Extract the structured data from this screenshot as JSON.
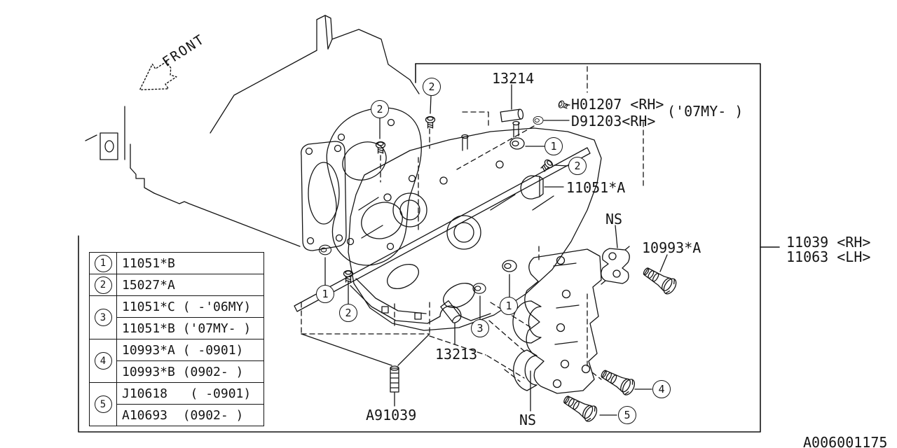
{
  "front_label": "FRONT",
  "doc_number": "A006001175",
  "labels": {
    "l13214": "13214",
    "h01207": "H01207 <RH>",
    "d91203": "D91203<RH>",
    "my07": "('07MY- )",
    "l11051a": "11051*A",
    "ns_upper": "NS",
    "l10993a": "10993*A",
    "l11039": "11039 <RH>",
    "l11063": "11063 <LH>",
    "l13213": "13213",
    "a91039": "A91039",
    "ns_lower": "NS"
  },
  "callouts": {
    "c2a": "2",
    "c2b": "2",
    "c1a": "1",
    "c2c": "2",
    "c1b": "1",
    "c2d": "2",
    "c3a": "3",
    "c1c": "1",
    "c4": "4",
    "c5": "5"
  },
  "table": {
    "rows": [
      {
        "num": "1",
        "parts": [
          "11051*B"
        ]
      },
      {
        "num": "2",
        "parts": [
          "15027*A"
        ]
      },
      {
        "num": "3",
        "parts": [
          "11051*C ( -'06MY)",
          "11051*B ('07MY- )"
        ]
      },
      {
        "num": "4",
        "parts": [
          "10993*A ( -0901)",
          "10993*B (0902- )"
        ]
      },
      {
        "num": "5",
        "parts": [
          "J10618   ( -0901)",
          "A10693  (0902- )"
        ]
      }
    ]
  }
}
